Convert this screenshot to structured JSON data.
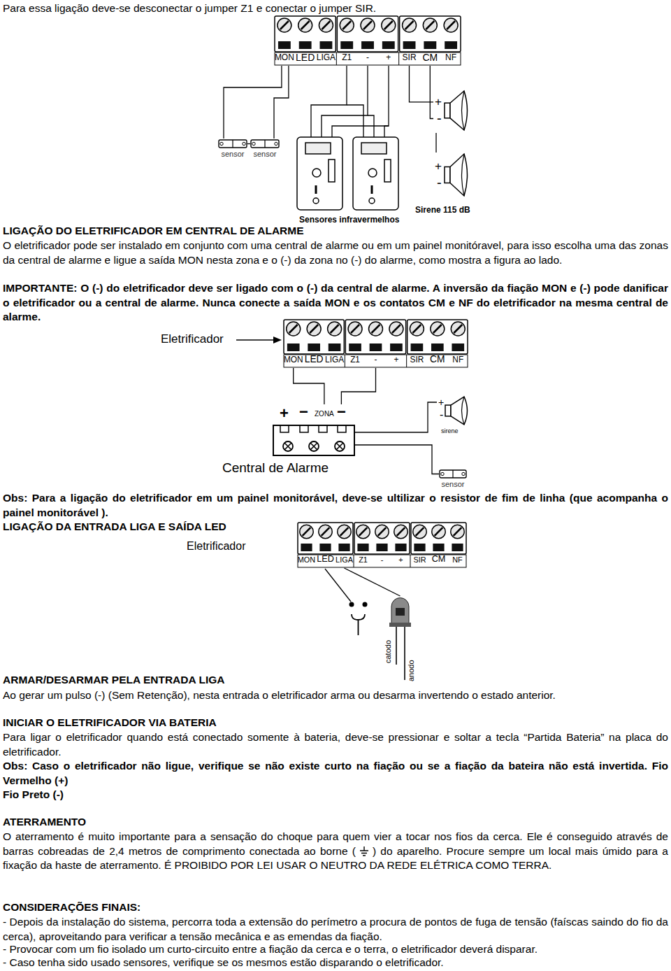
{
  "diagram": {
    "nodes": [
      {
        "text": [
          "MON",
          "LED",
          "LIGA",
          "Z1",
          "-",
          "+",
          "SIR",
          "CM",
          "NF"
        ]
      },
      {
        "text": [
          "sensor"
        ]
      },
      {
        "text": [
          "sensor"
        ]
      },
      {
        "text": [
          "+",
          "-"
        ]
      },
      {
        "text": [
          "+",
          "-"
        ]
      },
      {
        "text": [
          "MON",
          "LED",
          "LIGA",
          "Z1",
          "-",
          "+",
          "SIR",
          "CM",
          "NF"
        ]
      },
      {
        "text": [
          "+",
          "−",
          "ZONA",
          "−",
          "Central de Alarme"
        ]
      },
      {
        "text": [
          "+",
          "-",
          "sirene"
        ]
      },
      {
        "text": [
          "sensor"
        ]
      },
      {
        "text": [
          "MON",
          "LED",
          "LIGA",
          "Z1",
          "-",
          "+",
          "SIR",
          "CM",
          "NF"
        ]
      },
      {
        "text": [
          "catodo",
          "anodo"
        ]
      }
    ],
    "edges": [
      {
        "from": 0,
        "to": 1,
        "arrow": "none"
      },
      {
        "from": 0,
        "to": 2,
        "arrow": "none"
      },
      {
        "from": 1,
        "to": 2,
        "arrow": "none"
      },
      {
        "from": 0,
        "to": 3,
        "arrow": "none"
      },
      {
        "from": 0,
        "to": 3,
        "arrow": "none"
      },
      {
        "from": 3,
        "to": 4,
        "arrow": "none"
      },
      {
        "from": 5,
        "to": 6,
        "arrow": "none"
      },
      {
        "from": 5,
        "to": 6,
        "arrow": "none"
      },
      {
        "from": 6,
        "to": 7,
        "arrow": "none"
      },
      {
        "from": 6,
        "to": 8,
        "arrow": "none"
      },
      {
        "from": 9,
        "to": 10,
        "arrow": "none"
      }
    ],
    "labels": [
      "Para essa ligação deve-se desconectar o jumper Z1 e conectar o jumper SIR.",
      "Sensores infravermelhos",
      "Sirene 115 dB",
      "LIGAÇÃO DO ELETRIFICADOR EM CENTRAL DE ALARME",
      "O eletrificador pode ser instalado em conjunto com uma central de alarme ou em um painel monitóravel, para isso escolha uma das zonas da central de alarme e ligue a saída MON nesta zona e o (-) da zona no (-) do alarme, como mostra a figura ao lado.",
      "IMPORTANTE: O (-) do eletrificador deve ser ligado com o (-) da central de alarme. A inversão da fiação MON e (-) pode danificar o eletrificador ou a central de alarme. Nunca conecte a saída MON e os contatos CM e NF do eletrificador na mesma central de alarme.",
      "Eletrificador",
      "Obs: Para a ligação do eletrificador em um painel monitorável, deve-se ultilizar o resistor de fim de linha (que acompanha o painel monitorável ).",
      "LIGAÇÃO DA ENTRADA LIGA E SAÍDA LED",
      "Eletrificador",
      "ARMAR/DESARMAR PELA ENTRADA LIGA",
      "Ao gerar um pulso (-) (Sem Retenção), nesta entrada o eletrificador arma ou desarma invertendo o estado anterior.",
      "INICIAR O ELETRIFICADOR VIA BATERIA",
      "Para ligar o eletrificador quando está conectado somente à bateria, deve-se pressionar e soltar a tecla “Partida Bateria” na placa do eletrificador.",
      "Obs: Caso o eletrificador não ligue, verifique se não existe curto na fiação ou se a fiação da bateira não está invertida. Fio Vermelho (+)",
      "Fio Preto (-)",
      "ATERRAMENTO",
      "O aterramento é muito importante para a sensação do choque para quem vier a tocar nos fios da cerca. Ele é conseguido através de barras cobreadas de 2,4 metros de comprimento conectada ao borne (",
      ") do aparelho. Procure sempre um local mais úmido para a fixação da haste de aterramento. É PROIBIDO POR LEI USAR O NEUTRO DA REDE ELÉTRICA COMO TERRA.",
      "CONSIDERAÇÕES FINAIS:",
      "- Depois da instalação do sistema, percorra toda a extensão do perímetro a procura de pontos de fuga de tensão (faíscas saindo do fio da cerca), aproveitando para verificar a tensão mecânica e as emendas da fiação.",
      "- Provocar com um fio isolado um curto-circuito entre a fiação da cerca e o terra, o eletrificador deverá disparar.",
      "- Caso tenha sido usado sensores, verifique se os mesmos estão disparando o eletrificador."
    ]
  }
}
